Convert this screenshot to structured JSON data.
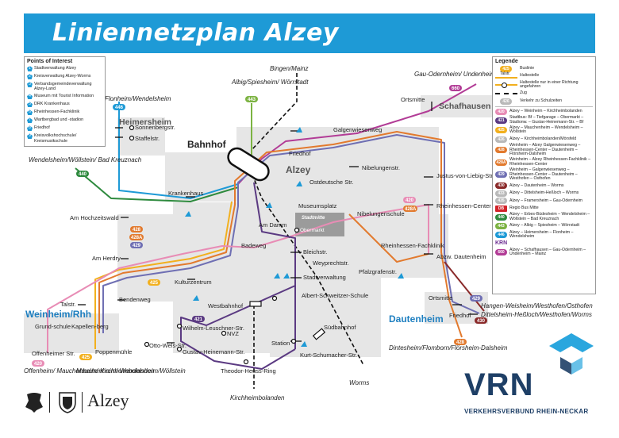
{
  "title": "Liniennetzplan Alzey",
  "poi": {
    "title": "Points of Interest",
    "items": [
      {
        "num": "1",
        "label": "Stadtverwaltung Alzey"
      },
      {
        "num": "2",
        "label": "Kreisverwaltung Alzey-Worms"
      },
      {
        "num": "3",
        "label": "Verbandsgemeindeverwaltung Alzey-Land"
      },
      {
        "num": "4",
        "label": "Museum mit Tourist Information"
      },
      {
        "num": "5",
        "label": "DRK Krankenhaus"
      },
      {
        "num": "6",
        "label": "Rheinhessen-Fachklinik"
      },
      {
        "num": "7",
        "label": "Wartbergbad und -stadion"
      },
      {
        "num": "8",
        "label": "Friedhof"
      },
      {
        "num": "9",
        "label": "Kreisvolkshochschule/ Kreismusikschule"
      }
    ]
  },
  "legend": {
    "title": "Legende",
    "symbols": [
      {
        "badge": "425",
        "label": "Buslinie"
      },
      {
        "sym": "Talstr.",
        "label": "Haltestelle"
      },
      {
        "label": "Haltestelle nur in einer Richtung angefahren"
      },
      {
        "label": "Zug"
      },
      {
        "badge": "426",
        "label": "Verkehr zu Schulzeiten"
      }
    ],
    "lines": [
      {
        "badge": "420",
        "color": "#e88cb5",
        "label": "Alzey – Weinheim – Kirchheimbolanden"
      },
      {
        "badge": "421",
        "color": "#5b3a82",
        "label": "Stadtbus: Bf – Tiefgarage – Obermarkt – Stadionw. – Gustav-Heinemann-Str. – Bf"
      },
      {
        "badge": "425",
        "color": "#f2b01e",
        "label": "Alzey – Mauchenheim – Wendelsheim – Wöllstein"
      },
      {
        "badge": "426",
        "color": "#b9b9b9",
        "label": "Alzey – Kirchheimbolanden/Mörsfeld"
      },
      {
        "badge": "428",
        "color": "#e27a2e",
        "label": "Weinheim – Alzey Galgenwiesenweg – Rheinhessen-Center – Dautenheim – Flörsheim-Dalsheim"
      },
      {
        "badge": "428A",
        "color": "#e27a2e",
        "label": "Weinheim – Alzey Rheinhessen-Fachklinik – Rheinhessen-Center"
      },
      {
        "badge": "429",
        "color": "#6f6fb3",
        "label": "Weinheim – Galgenwiesenweg – Rheinhessen-Center – Dautenheim – Westhofen – Osthofen"
      },
      {
        "badge": "430",
        "color": "#8a2a2a",
        "label": "Alzey – Dautenheim – Worms"
      },
      {
        "badge": "433",
        "color": "#b9b9b9",
        "label": "Alzey – Dittelsheim-Heßloch – Worms"
      },
      {
        "badge": "435",
        "color": "#b9b9b9",
        "label": "Alzey – Framersheim – Gau-Odernheim"
      },
      {
        "badge": "DB",
        "color": "#d2232a",
        "label": "Regio Bus Mitte"
      },
      {
        "badge": "440",
        "color": "#2e8a3e",
        "label": "Alzey – Erbes-Büdesheim – Wendelsheim – Wöllstein – Bad Kreuznach"
      },
      {
        "badge": "443",
        "color": "#7cb342",
        "label": "Alzey – Albig – Spiesheim – Wörrstadt"
      },
      {
        "badge": "446",
        "color": "#1e9ad6",
        "label": "Alzey – Heimersheim – Flonheim – Wendelsheim"
      },
      {
        "badge": "KRN",
        "color": "#6b2c91",
        "label": ""
      },
      {
        "badge": "660",
        "color": "#b23c96",
        "label": "Alzey – Schafhausen – Gau-Odernheim – Undenheim – Mainz"
      }
    ]
  },
  "places": {
    "heimersheim": "Heimersheim",
    "bahnhof": "Bahnhof",
    "alzey": "Alzey",
    "schafhausen": "Schafhausen",
    "weinheim": "Weinheim/Rhh",
    "dautenheim": "Dautenheim",
    "stadtmitte": "Stadtmitte"
  },
  "stops": {
    "sonnenberg": "Sonnenbergstr.",
    "staffel": "Staffelstr.",
    "krankenhaus": "Krankenhaus",
    "hochzeit": "Am Hochzeitswald",
    "herdry": "Am Herdry",
    "talstr": "Talstr.",
    "grundschule": "Grund-schule",
    "kapellenberg": "Kapellen-berg",
    "offenheimer": "Offenheimer Str.",
    "poppenmuehle": "Poppenmühle",
    "bendenweg": "Bendenweg",
    "kulturzentrum": "Kulturzentrum",
    "westbahnhof": "Westbahnhof",
    "olto": "Otto-Wels-Str.",
    "wilhelm": "Wilhelm-Leuschner-Str.",
    "nvz": "NVZ",
    "gustav": "Gustav-Heinemann-Str.",
    "theodor": "Theodor-Heuss-Ring",
    "friedhof": "Friedhof",
    "amdamm": "Am Damm",
    "museumsplatz": "Museumsplatz",
    "obermarkt": "Obermarkt",
    "badeweg": "Badeweg",
    "bleichstr": "Bleichstr.",
    "stadtverwaltung": "Stadtverwaltung",
    "albert": "Albert-Schweitzer-Schule",
    "station": "Station",
    "kurt": "Kurt-Schumacher-Str.",
    "suedbahnhof": "Südbahnhof",
    "ostdeutsche": "Ostdeutsche Str.",
    "galgen": "Galgenwiesenweg",
    "nibelungen": "Nibelungenstr.",
    "nibelungenschule": "Nibelungenschule",
    "justus": "Justus-von-Liebig-Str.",
    "rhcenter": "Rheinhessen-Center",
    "rhfach": "Rheinhessen-Fachklinik",
    "weyprecht": "Weyprechtstr.",
    "pfalzgrafen": "Pfalzgrafenstr.",
    "abzw": "Abzw. Dautenheim",
    "ortsmitte1": "Ortsmitte",
    "ortsmitte2": "Ortsmitte",
    "friedhof2": "Friedhof"
  },
  "destinations": {
    "flonheim": "Flonheim/Wendelsheim",
    "wendelsheim": "Wendelsheim/Wöllstein/ Bad Kreuznach",
    "albig": "Albig/Spiesheim/ Wörrstadt",
    "bingen": "Bingen/Mainz",
    "gau": "Gau-Odernheim/ Undenheim/Mainz",
    "hangen": "Hangen-Weisheim/Westhofen/Osthofen",
    "dittels": "Dittelsheim-Heßloch/Westhofen/Worms",
    "dintes": "Dintesheim/Flomborn/Flörsheim-Dalsheim",
    "offenheim": "Offenheim/ Mauchenheim/ Kirchheimbolanden",
    "mauchenheim": "Mauchenheim/ Wendelsheim/Wöllstein",
    "worms": "Worms",
    "kirchheim": "Kirchheimbolanden"
  },
  "logo": {
    "vrn": "VRN",
    "vrn_sub": "VERKEHRSVERBUND RHEIN-NECKAR",
    "alzey": "Alzey"
  },
  "colors": {
    "title_bar": "#1e9ad6",
    "l420": "#e88cb5",
    "l421": "#5b3a82",
    "l425": "#f2b01e",
    "l428": "#e27a2e",
    "l429": "#6f6fb3",
    "l430": "#8a2a2a",
    "l440": "#2e8a3e",
    "l443": "#7cb342",
    "l446": "#1e9ad6",
    "l660": "#b23c96",
    "vrn": "#1e3f66"
  }
}
